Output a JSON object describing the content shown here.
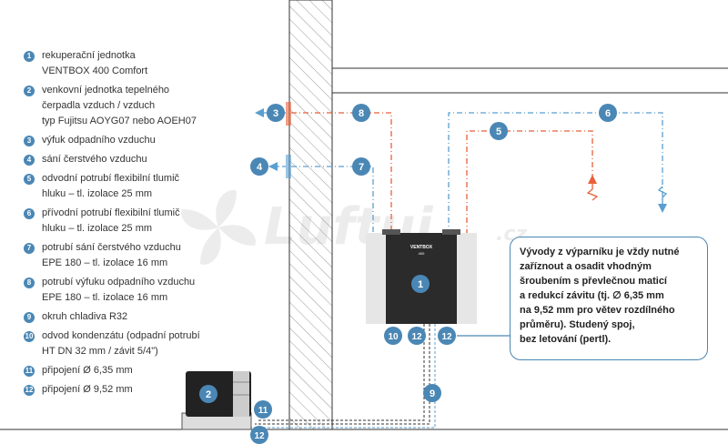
{
  "legend": [
    {
      "num": "1",
      "lines": [
        "rekuperační jednotka",
        "VENTBOX 400 Comfort"
      ]
    },
    {
      "num": "2",
      "lines": [
        "venkovní jednotka tepelného",
        "čerpadla vzduch / vzduch",
        "typ Fujitsu AOYG07 nebo AOEH07"
      ]
    },
    {
      "num": "3",
      "lines": [
        "výfuk odpadního vzduchu"
      ]
    },
    {
      "num": "4",
      "lines": [
        "sání čerstvého vzduchu"
      ]
    },
    {
      "num": "5",
      "lines": [
        "odvodní potrubí flexibilní tlumič",
        "hluku – tl. izolace 25 mm"
      ]
    },
    {
      "num": "6",
      "lines": [
        "přívodní potrubí flexibilní tlumič",
        "hluku – tl. izolace 25 mm"
      ]
    },
    {
      "num": "7",
      "lines": [
        "potrubí sání čerstvého vzduchu",
        "EPE 180 – tl. izolace 16 mm"
      ]
    },
    {
      "num": "8",
      "lines": [
        "potrubí výfuku odpadního vzduchu",
        "EPE 180 – tl. izolace 16 mm"
      ]
    },
    {
      "num": "9",
      "lines": [
        "okruh chladiva R32"
      ]
    },
    {
      "num": "10",
      "lines": [
        "odvod kondenzátu (odpadní potrubí",
        "HT DN 32 mm / závit 5/4\")"
      ]
    },
    {
      "num": "11",
      "lines": [
        "připojení Ø 6,35 mm"
      ]
    },
    {
      "num": "12",
      "lines": [
        "připojení Ø 9,52 mm"
      ]
    }
  ],
  "unit": {
    "brand": "VENTBOX",
    "model": "400",
    "badge": "1"
  },
  "outdoor_unit": {
    "badge": "2"
  },
  "markers": {
    "m3": "3",
    "m4": "4",
    "m5": "5",
    "m6": "6",
    "m7": "7",
    "m8": "8",
    "m9": "9",
    "m10": "10",
    "m11": "11",
    "m12a": "12",
    "m12b": "12",
    "m12c": "12"
  },
  "callout": {
    "lines": [
      "Vývody z výparníku je vždy nutné",
      "zaříznout a osadit vhodným",
      "šroubením s převlečnou maticí",
      "a redukcí závitu (tj. ∅ 6,35 mm",
      "na 9,52 mm pro větev rozdílného",
      "průměru). Studený spoj,",
      "bez letování (pertl)."
    ]
  },
  "watermark": {
    "text": "Luftuj",
    "suffix": ".cz"
  },
  "colors": {
    "accent": "#4a87b5",
    "orange": "#e8613a",
    "blue_pipe": "#5a9fd0",
    "grey_text": "#333333"
  }
}
